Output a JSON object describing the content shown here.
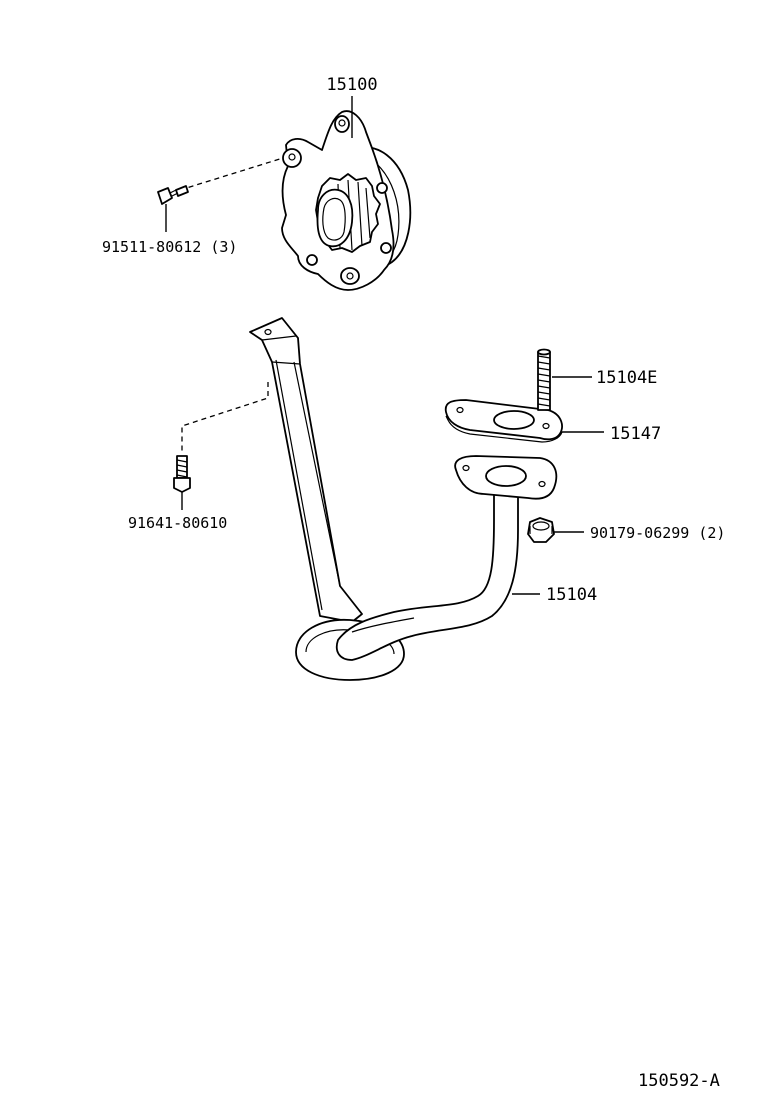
{
  "diagram_id": "150592-A",
  "parts": [
    {
      "id": "oil-pump",
      "number": "15100",
      "qty": ""
    },
    {
      "id": "pump-bolt",
      "number": "91511-80612",
      "qty": "(3)"
    },
    {
      "id": "stud",
      "number": "15104E",
      "qty": ""
    },
    {
      "id": "gasket",
      "number": "15147",
      "qty": ""
    },
    {
      "id": "bracket-bolt",
      "number": "91641-80610",
      "qty": ""
    },
    {
      "id": "nut",
      "number": "90179-06299",
      "qty": "(2)"
    },
    {
      "id": "strainer",
      "number": "15104",
      "qty": ""
    }
  ]
}
